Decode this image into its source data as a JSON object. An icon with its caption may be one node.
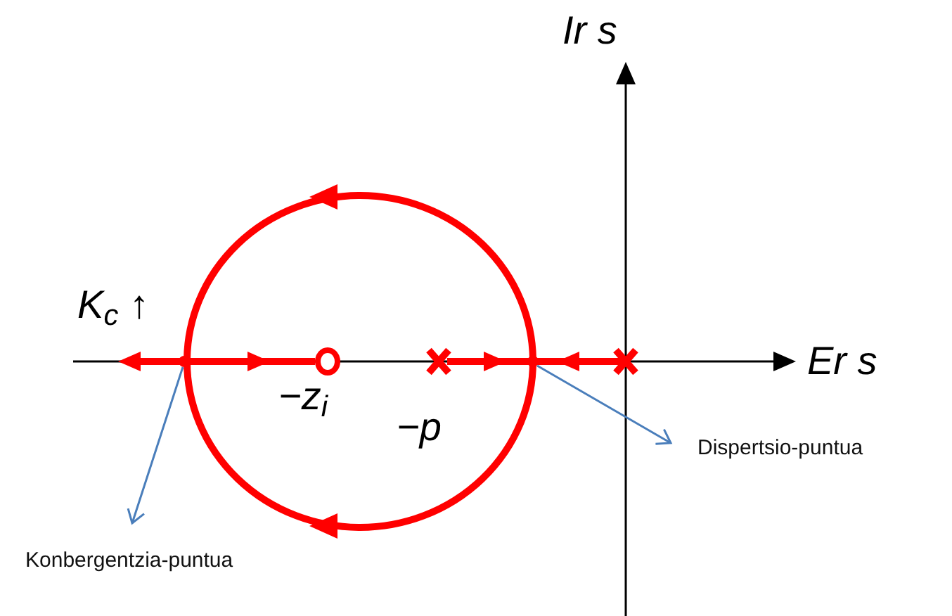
{
  "diagram": {
    "nodes": [
      {
        "text": [
          "Konbergentzia-puntua"
        ]
      },
      {
        "text": [
          "Dispertsio-puntua"
        ]
      },
      {
        "text": [],
        "shape": "point"
      },
      {
        "text": [],
        "shape": "point"
      }
    ],
    "edges": [
      {
        "from": 2,
        "to": 0,
        "arrow": "to",
        "color": "#4a7ebb"
      },
      {
        "from": 3,
        "to": 1,
        "arrow": "to",
        "color": "#4a7ebb"
      }
    ],
    "labels": [
      "Ir s",
      "Er s",
      "K$_{c}$ ↑",
      "−z$_{i}$",
      "−p"
    ]
  }
}
